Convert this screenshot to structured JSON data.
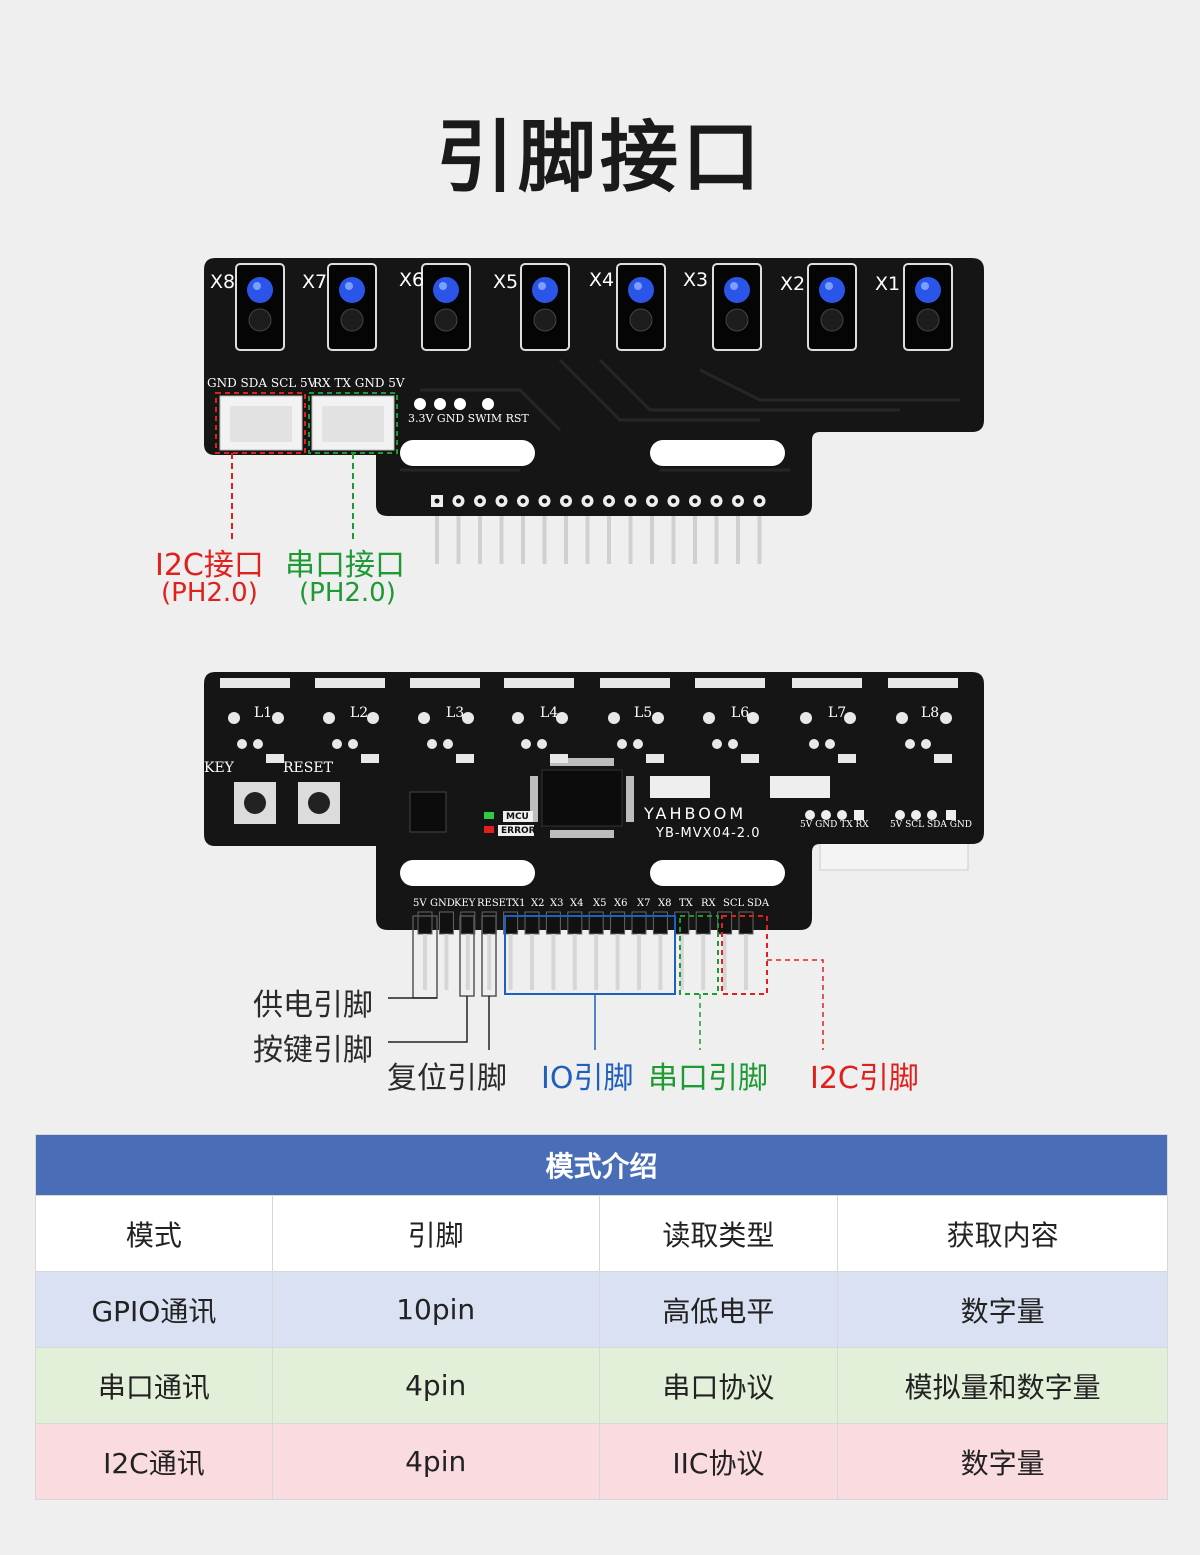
{
  "title": "引脚接口",
  "top_board": {
    "sensor_labels": [
      "X8",
      "X7",
      "X6",
      "X5",
      "X4",
      "X3",
      "X2",
      "X1"
    ],
    "i2c_pin_text": "GND SDA SCL 5V",
    "uart_pin_text": "RX TX GND 5V",
    "swd_text": "3.3V GND SWIM RST",
    "i2c_label": "I2C接口",
    "i2c_sub": "(PH2.0)",
    "uart_label": "串口接口",
    "uart_sub": "(PH2.0)"
  },
  "bottom_board": {
    "led_labels": [
      "L1",
      "L2",
      "L3",
      "L4",
      "L5",
      "L6",
      "L7",
      "L8"
    ],
    "key_text": "KEY",
    "reset_text": "RESET",
    "mcu_text": "MCU",
    "error_text": "ERROR",
    "brand": "YAHBOOM",
    "model": "YB-MVX04-2.0",
    "uart_header_text": "5V GND TX RX",
    "i2c_header_text": "5V SCL SDA GND",
    "pin_header_labels": [
      "5V",
      "GND",
      "KEY",
      "RESET",
      "X1",
      "X2",
      "X3",
      "X4",
      "X5",
      "X6",
      "X7",
      "X8",
      "TX",
      "RX",
      "SCL",
      "SDA"
    ],
    "callouts": {
      "power": "供电引脚",
      "key": "按键引脚",
      "reset": "复位引脚",
      "io": "IO引脚",
      "uart": "串口引脚",
      "i2c": "I2C引脚"
    }
  },
  "table": {
    "title": "模式介绍",
    "headers": [
      "模式",
      "引脚",
      "读取类型",
      "获取内容"
    ],
    "rows": [
      [
        "GPIO通讯",
        "10pin",
        "高低电平",
        "数字量"
      ],
      [
        "串口通讯",
        "4pin",
        "串口协议",
        "模拟量和数字量"
      ],
      [
        "I2C通讯",
        "4pin",
        "IIC协议",
        "数字量"
      ]
    ]
  },
  "colors": {
    "i2c": "#e0201d",
    "uart": "#1e9a34",
    "io": "#1f5fbf",
    "table_header": "#4a6db7"
  }
}
